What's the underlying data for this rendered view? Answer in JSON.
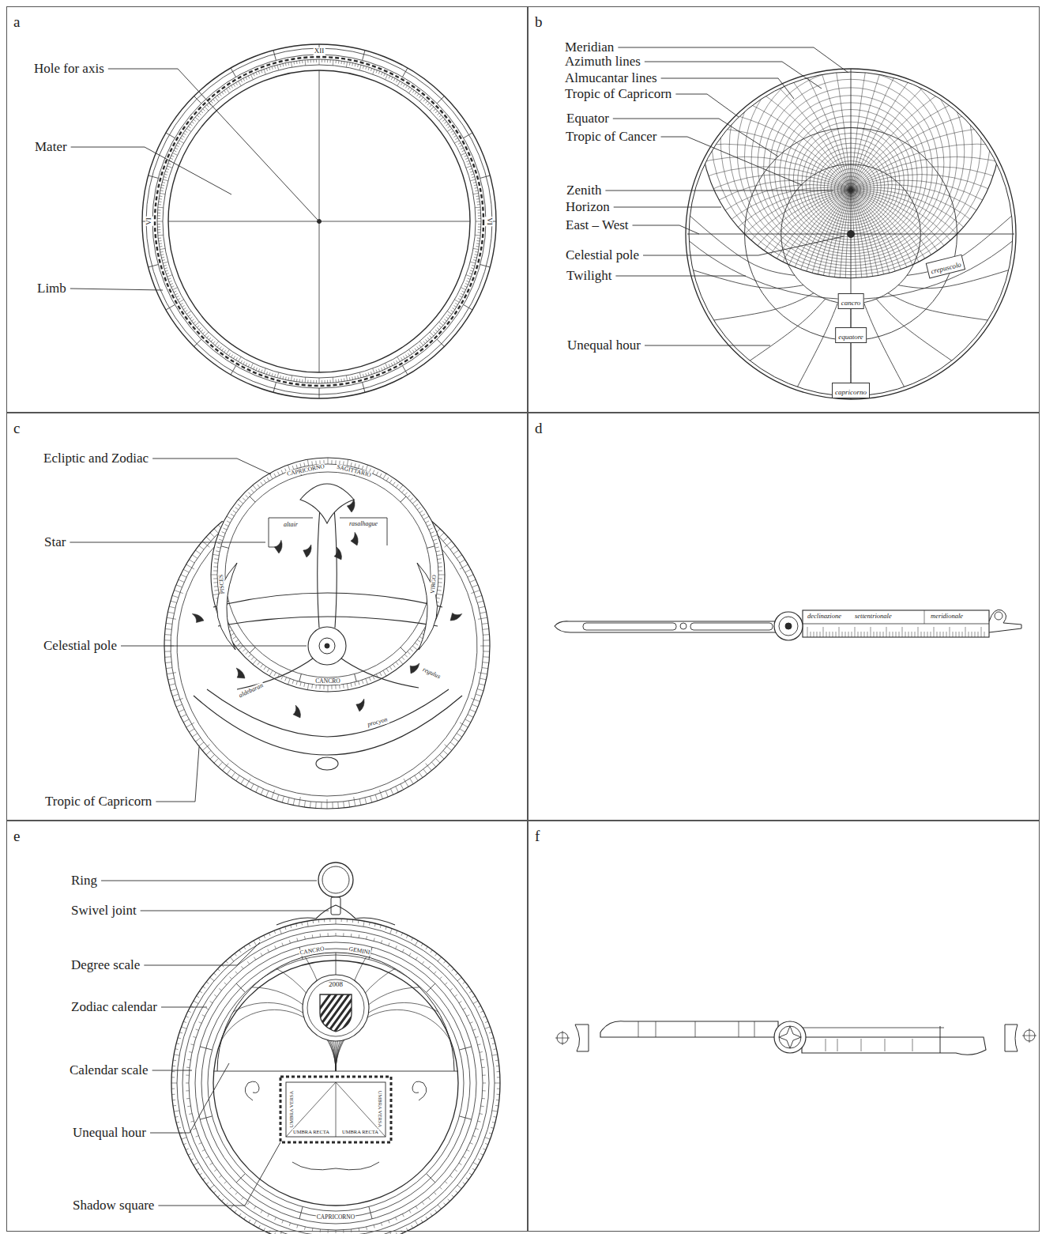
{
  "diagram": {
    "nodes": [
      {
        "text": [
          "a"
        ]
      },
      {
        "text": [
          "b"
        ]
      },
      {
        "text": [
          "crepuscolo"
        ],
        "in": 1
      },
      {
        "text": [
          "cancro"
        ],
        "in": 1
      },
      {
        "text": [
          "equatore"
        ],
        "in": 1
      },
      {
        "text": [
          "capricorno"
        ],
        "in": 1
      },
      {
        "text": [
          "c"
        ]
      },
      {
        "text": [
          "d"
        ]
      },
      {
        "text": [
          "e"
        ]
      },
      {
        "text": [
          "f"
        ]
      }
    ],
    "labels": [
      "Hole for axis",
      "Mater",
      "Limb",
      "XII",
      "VI",
      "VI",
      "Meridian",
      "Azimuth lines",
      "Almucantar lines",
      "Tropic of Capricorn",
      "Equator",
      "Tropic of Cancer",
      "Zenith",
      "Horizon",
      "East – West",
      "Celestial pole",
      "Twilight",
      "Unequal hour",
      "Ecliptic and Zodiac",
      "Star",
      "Celestial pole",
      "Tropic of Capricorn",
      "altair",
      "rasalhague",
      "aldebaran",
      "regulus",
      "procyon",
      "CAPRICORNO",
      "SAGITTARIO",
      "CANCRO",
      "PISCES",
      "VIRGO",
      "declinazione",
      "settentrionale",
      "meridionale",
      "Ring",
      "Swivel joint",
      "Degree scale",
      "Zodiac calendar",
      "Calendar scale",
      "Unequal hour",
      "Shadow square",
      "2008",
      "CANCRO",
      "GEMINI",
      "CAPRICORNO",
      "UMBRA VERSA",
      "UMBRA VERSA",
      "UMBRA RECTA",
      "UMBRA RECTA"
    ]
  }
}
